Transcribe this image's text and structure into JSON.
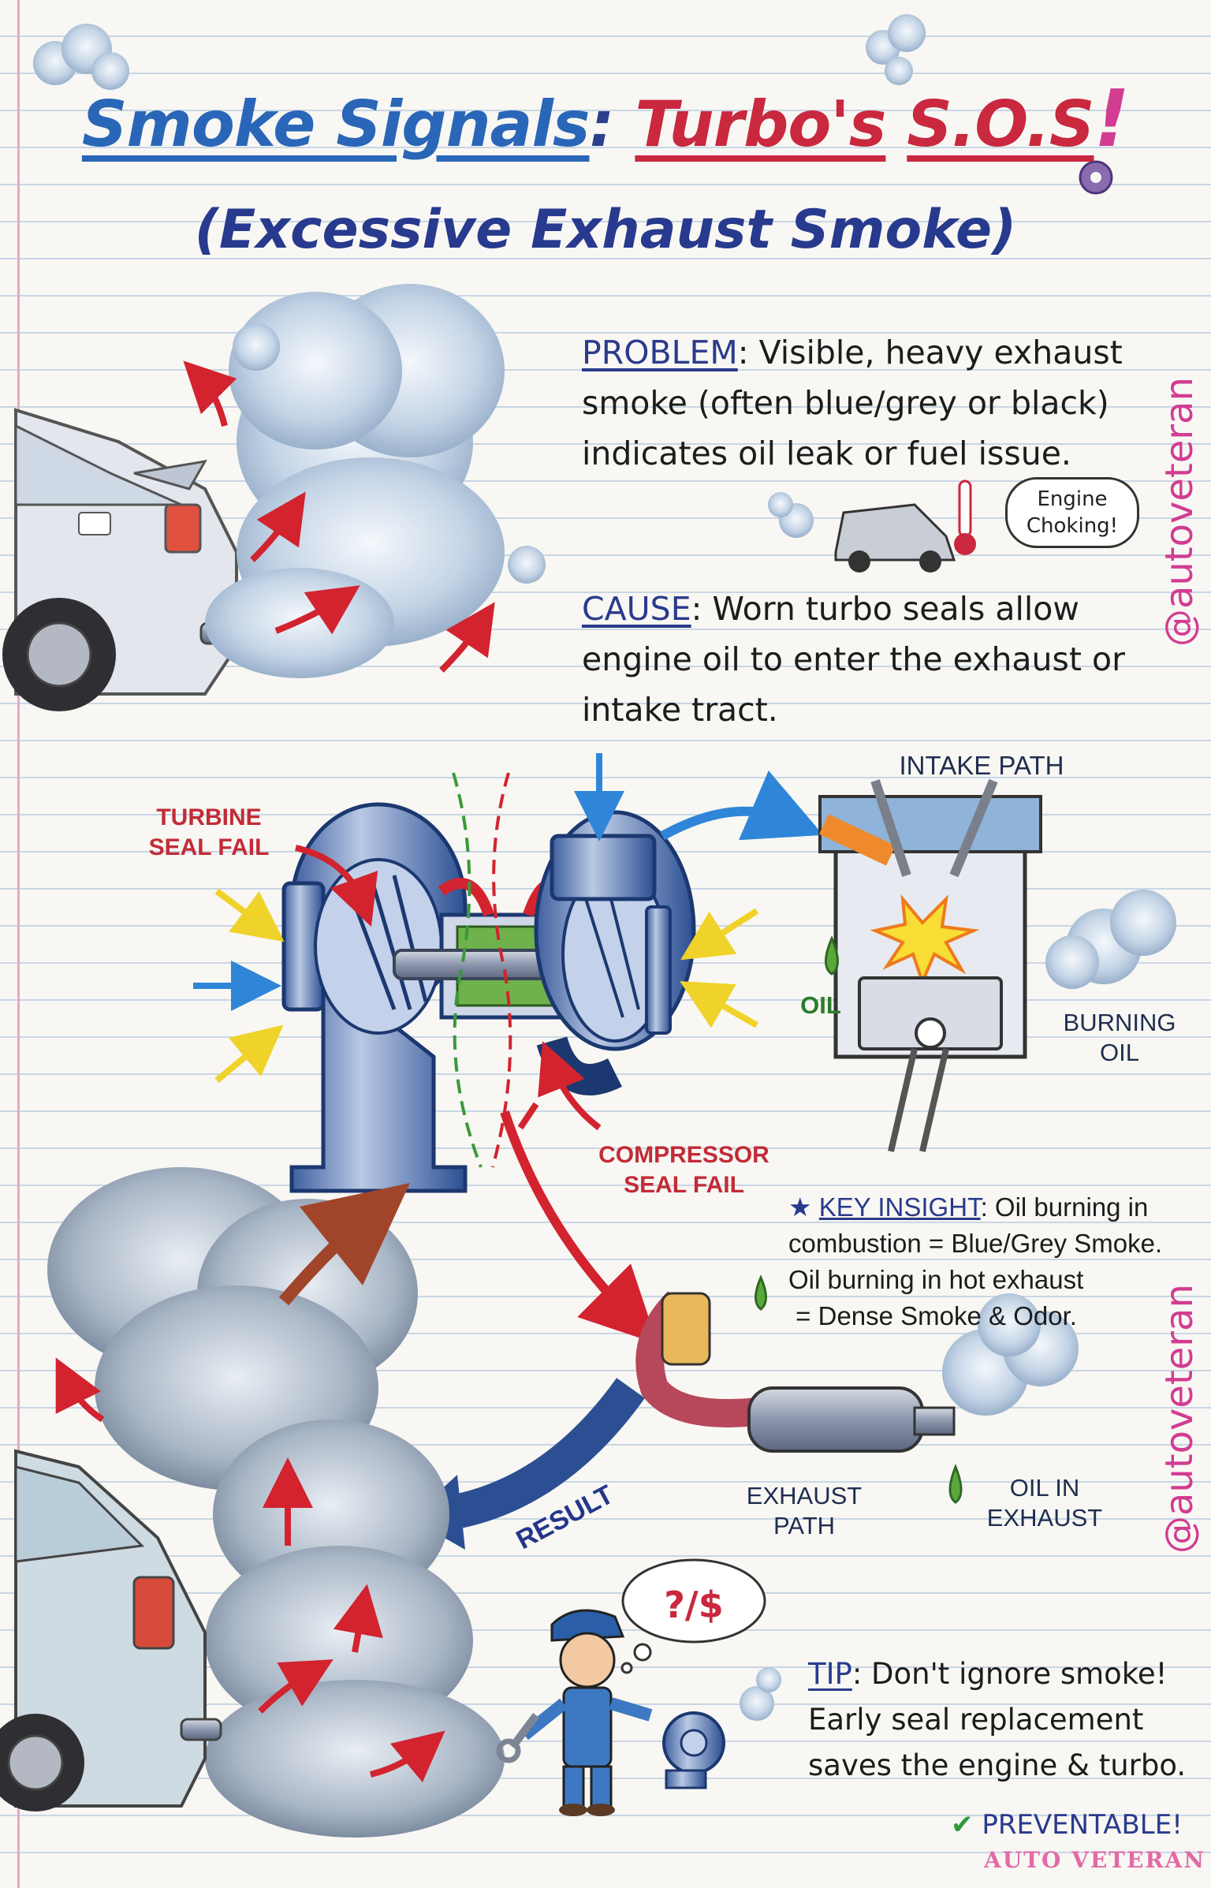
{
  "title": {
    "part1": "Smoke Signals",
    "colon": ":",
    "part2": "Turbo's",
    "part3": "S.O.S",
    "exclaim": "!",
    "subtitle": "(Excessive Exhaust Smoke)"
  },
  "problem": {
    "heading": "PROBLEM",
    "line1": ": Visible, heavy exhaust",
    "line2": "smoke (often blue/grey or black)",
    "line3": "indicates oil leak or fuel issue."
  },
  "engine_bubble": {
    "line1": "Engine",
    "line2": "Choking!"
  },
  "cause": {
    "heading": "CAUSE",
    "line1": ": Worn turbo seals allow",
    "line2": "engine oil to enter the exhaust or",
    "line3": "intake tract."
  },
  "turbo_labels": {
    "turbine_1": "TURBINE",
    "turbine_2": "SEAL FAIL",
    "compressor_1": "COMPRESSOR",
    "compressor_2": "SEAL FAIL"
  },
  "intake": {
    "title": "INTAKE PATH",
    "oil": "OIL",
    "burning_1": "BURNING",
    "burning_2": "OIL"
  },
  "key_insight": {
    "heading": "KEY INSIGHT",
    "line1": ": Oil burning in",
    "line2": "combustion = Blue/Grey Smoke.",
    "line3": "Oil burning in hot exhaust",
    "line4": " = Dense Smoke & Odor."
  },
  "exhaust": {
    "path_1": "EXHAUST",
    "path_2": "PATH",
    "oil_1": "OIL IN",
    "oil_2": "EXHAUST",
    "result": "RESULT"
  },
  "tip": {
    "heading": "TIP",
    "line1": ": Don't ignore smoke!",
    "line2": "Early seal replacement",
    "line3": "saves the engine & turbo."
  },
  "thought": "?/$",
  "preventable": {
    "check": "✔",
    "text": "PREVENTABLE!"
  },
  "handle": "@autoveteran",
  "watermark": "AUTO VETERAN",
  "colors": {
    "title_blue": "#2a66b8",
    "title_red": "#c9283e",
    "heading_navy": "#2a3a8c",
    "label_red": "#c22b36",
    "handle_pink": "#d23c92",
    "oil_green": "#5aa83c"
  }
}
